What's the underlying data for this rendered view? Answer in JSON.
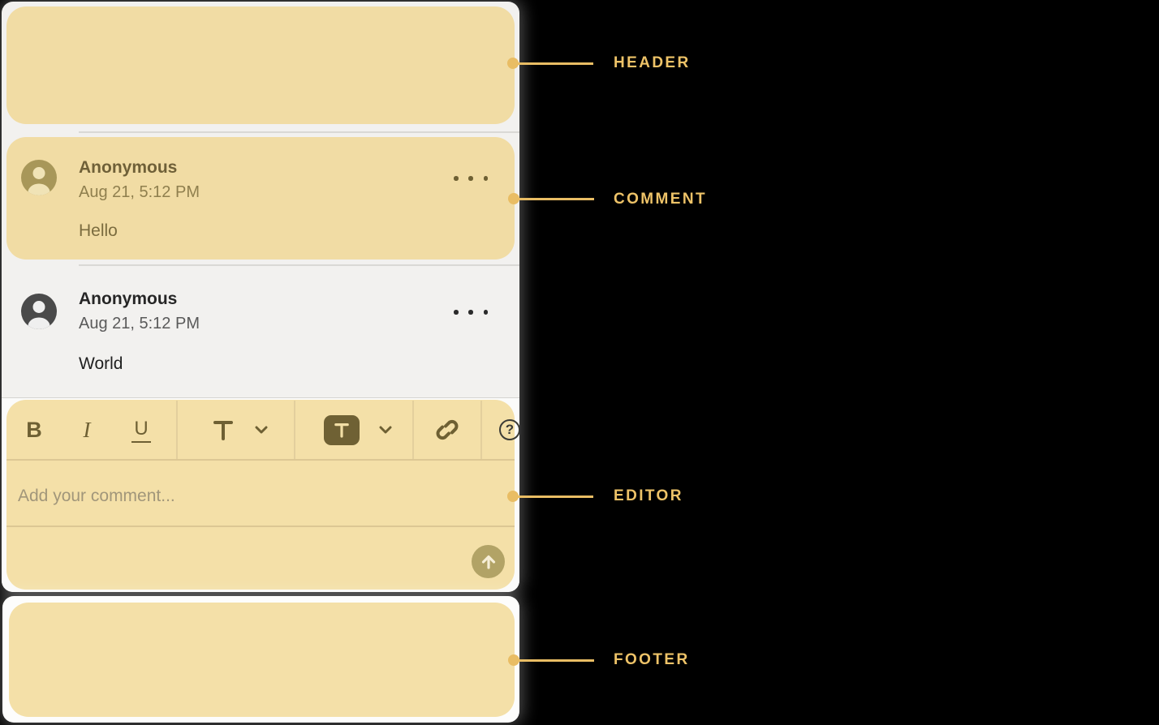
{
  "annotations": {
    "header_label": "HEADER",
    "comment_label": "COMMENT",
    "editor_label": "EDITOR",
    "footer_label": "FOOTER"
  },
  "comments": [
    {
      "author": "Anonymous",
      "timestamp": "Aug 21, 5:12 PM",
      "body": "Hello"
    },
    {
      "author": "Anonymous",
      "timestamp": "Aug 21, 5:12 PM",
      "body": "World"
    }
  ],
  "toolbar": {
    "bold_label": "B",
    "italic_label": "I",
    "underline_label": "U",
    "text_style_icon": "text-style-T-dropdown",
    "text_color_icon": "text-color-T-dropdown",
    "link_icon": "link",
    "help_label": "?"
  },
  "editor": {
    "placeholder": "Add your comment..."
  },
  "colors": {
    "highlight_yellow": "#f1dca4",
    "accent_gold": "#e9bd64",
    "olive_icon": "#6e6033",
    "avatar_highlighted": "#a89759",
    "avatar_default": "#4a4a4a",
    "panel_bg": "#f2f1ef"
  }
}
